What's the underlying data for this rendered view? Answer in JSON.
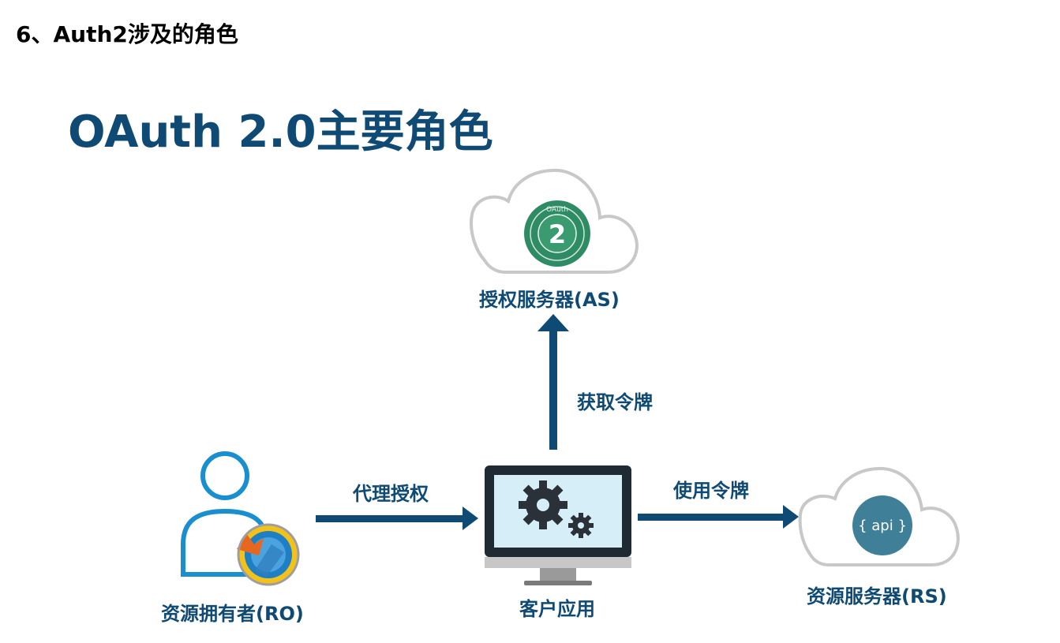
{
  "heading": "6、Auth2涉及的角色",
  "slide_title": "OAuth 2.0主要角色",
  "nodes": {
    "auth_server": {
      "label": "授权服务器(AS)",
      "badge_number": "2",
      "badge_ring_text": "OAuth"
    },
    "client_app": {
      "label": "客户应用"
    },
    "resource_owner": {
      "label": "资源拥有者(RO)"
    },
    "resource_server": {
      "label": "资源服务器(RS)",
      "badge_text": "{ api }"
    }
  },
  "edges": {
    "get_token": "获取令牌",
    "proxy_auth": "代理授权",
    "use_token": "使用令牌"
  },
  "colors": {
    "primary": "#0e4a73",
    "accent_green": "#2e8b63",
    "cloud_stroke": "#c8c8c8",
    "api_circle": "#3f7f98",
    "screen": "#d6eef8"
  }
}
